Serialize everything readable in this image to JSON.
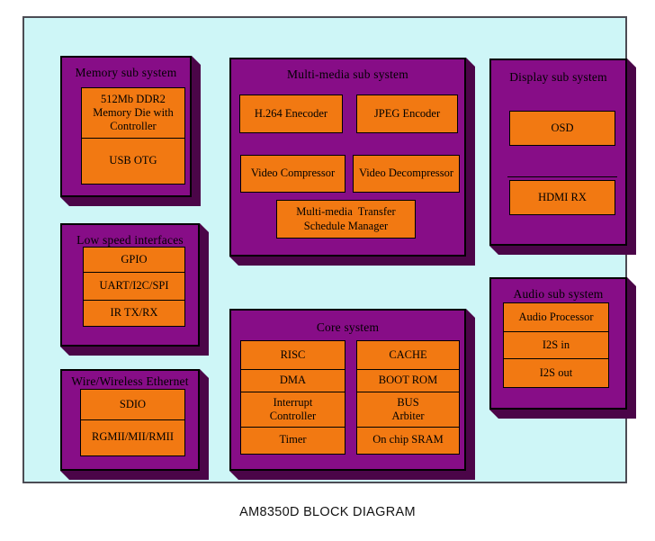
{
  "caption": "AM8350D BLOCK DIAGRAM",
  "colors": {
    "canvas_bg": "#cef6f7",
    "block_purple": "#870d87",
    "block_shadow": "#4b0548",
    "box_orange": "#f27912",
    "border": "#000000"
  },
  "blocks": {
    "memory": {
      "title": "Memory sub system",
      "items": {
        "ddr2": "512Mb DDR2\nMemory Die with\nController",
        "usb": "USB OTG"
      }
    },
    "lowspeed": {
      "title": "Low speed interfaces",
      "items": {
        "gpio": "GPIO",
        "uart": "UART/I2C/SPI",
        "ir": "IR TX/RX"
      }
    },
    "ethernet": {
      "title": "Wire/Wireless Ethernet",
      "items": {
        "sdio": "SDIO",
        "rgmii": "RGMII/MII/RMII"
      }
    },
    "multimedia": {
      "title": "Multi-media sub system",
      "items": {
        "h264": "H.264 Enecoder",
        "jpeg": "JPEG Encoder",
        "vcomp": "Video Compressor",
        "vdecomp": "Video Decompressor",
        "transfer": "Multi-media  Transfer\nSchedule Manager"
      }
    },
    "core": {
      "title": "Core system",
      "left": {
        "risc": "RISC",
        "dma": "DMA",
        "intc": "Interrupt\nController",
        "timer": "Timer"
      },
      "right": {
        "cache": "CACHE",
        "bootrom": "BOOT ROM",
        "bus": "BUS\nArbiter",
        "sram": "On chip SRAM"
      }
    },
    "display": {
      "title": "Display sub system",
      "items": {
        "osd": "OSD",
        "hdmi": "HDMI RX"
      }
    },
    "audio": {
      "title": "Audio sub system",
      "items": {
        "proc": "Audio Processor",
        "i2sin": "I2S in",
        "i2sout": "I2S out"
      }
    }
  }
}
